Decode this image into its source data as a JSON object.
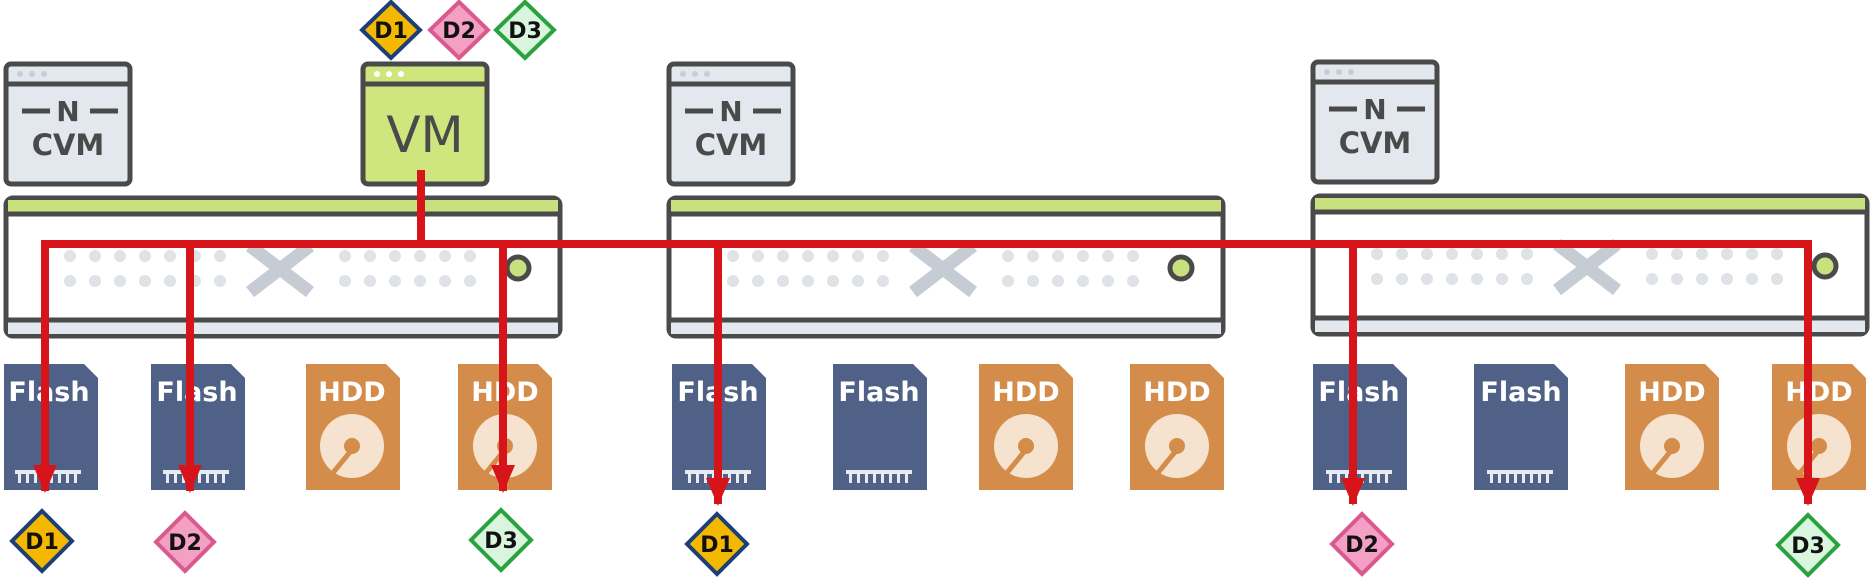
{
  "vm": {
    "label": "VM",
    "disk_badges": [
      "D1",
      "D2",
      "D3"
    ]
  },
  "nodes": [
    {
      "cvm": {
        "line": "N",
        "name": "CVM"
      },
      "drives": [
        "Flash",
        "Flash",
        "HDD",
        "HDD"
      ]
    },
    {
      "cvm": {
        "line": "N",
        "name": "CVM"
      },
      "drives": [
        "Flash",
        "Flash",
        "HDD",
        "HDD"
      ]
    },
    {
      "cvm": {
        "line": "N",
        "name": "CVM"
      },
      "drives": [
        "Flash",
        "Flash",
        "HDD",
        "HDD"
      ]
    }
  ],
  "placements": [
    {
      "label": "D1",
      "node": 0,
      "drive": 0
    },
    {
      "label": "D2",
      "node": 0,
      "drive": 1
    },
    {
      "label": "D3",
      "node": 0,
      "drive": 3
    },
    {
      "label": "D1",
      "node": 1,
      "drive": 0
    },
    {
      "label": "D2",
      "node": 2,
      "drive": 0
    },
    {
      "label": "D3",
      "node": 2,
      "drive": 3
    }
  ],
  "colors": {
    "accent_line": "#d7141a",
    "flash": "#4f6186",
    "hdd": "#d48c4a",
    "server_stripe": "#c9e07f",
    "vm_fill": "#cfe57d",
    "window_fill": "#e3e8ee",
    "outline": "#4a4a4a",
    "D1": "#f5b800",
    "D1_border": "#1d3f78",
    "D2": "#f3a0c4",
    "D2_border": "#d95a8f",
    "D3": "#d9f5dd",
    "D3_border": "#2aa23f"
  }
}
